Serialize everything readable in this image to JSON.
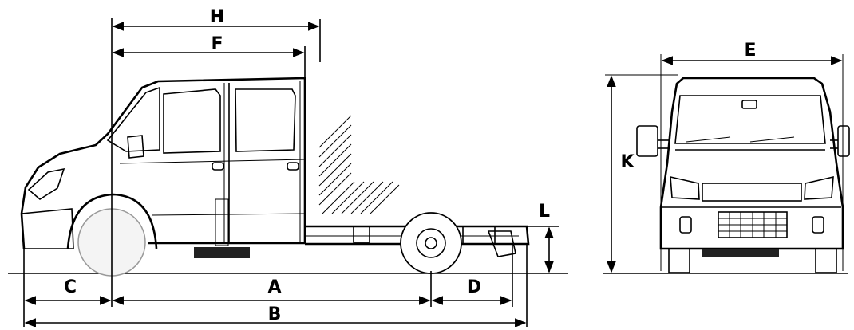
{
  "labels": {
    "a": "A",
    "b": "B",
    "c": "C",
    "d": "D",
    "e": "E",
    "f": "F",
    "h": "H",
    "k": "K",
    "l": "L"
  }
}
